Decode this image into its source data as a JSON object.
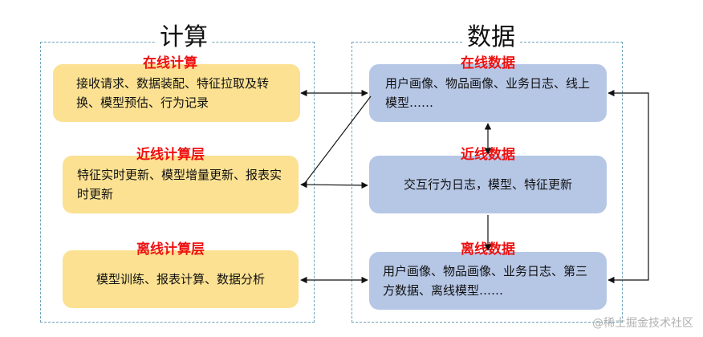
{
  "compute": {
    "title": "计算",
    "online": {
      "title": "在线计算",
      "text": "接收请求、数据装配、特征拉取及转换、模型预估、行为记录"
    },
    "nearline": {
      "title": "近线计算层",
      "text": "特征实时更新、模型增量更新、报表实时更新"
    },
    "offline": {
      "title": "离线计算层",
      "text": "模型训练、报表计算、数据分析"
    }
  },
  "data": {
    "title": "数据",
    "online": {
      "title": "在线数据",
      "text": "用户画像、物品画像、业务日志、线上模型……"
    },
    "nearline": {
      "title": "近线数据",
      "text": "交互行为日志，模型、特征更新"
    },
    "offline": {
      "title": "离线数据",
      "text": "用户画像、物品画像、业务日志、第三方数据、离线模型……"
    }
  },
  "watermark": "@稀土掘金技术社区",
  "colors": {
    "compute_box": "#fbe191",
    "data_box": "#b6c7e6",
    "box_title": "#ee1111",
    "panel_border": "#6fa3b8"
  }
}
